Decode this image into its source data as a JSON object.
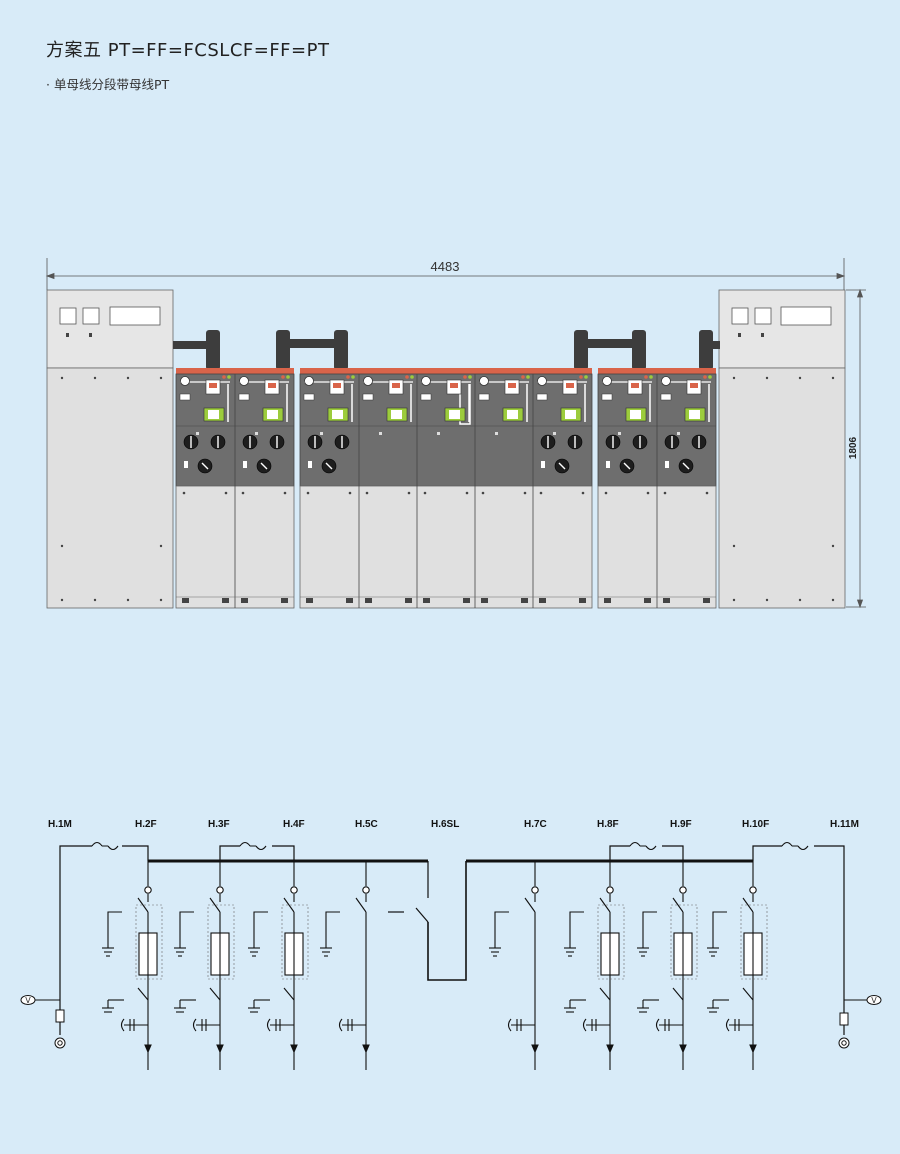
{
  "header": {
    "title": "方案五  PT=FF=FCSLCF=FF=PT",
    "subtitle": "· 单母线分段带母线PT"
  },
  "front_view": {
    "width_label": "4483",
    "height_label": "1806"
  },
  "circuit": {
    "labels": [
      "H.1M",
      "H.2F",
      "H.3F",
      "H.4F",
      "H.5C",
      "H.6SL",
      "H.7C",
      "H.8F",
      "H.9F",
      "H.10F",
      "H.11M"
    ],
    "meter_symbol": "V"
  },
  "colors": {
    "background": "#d8ebf8",
    "panel_light": "#e0e0e0",
    "panel_dark": "#6b6b6b",
    "busbar_top": "#d9644a",
    "bushing": "#3d3d3d",
    "indicator_green": "#9ccc3c"
  }
}
